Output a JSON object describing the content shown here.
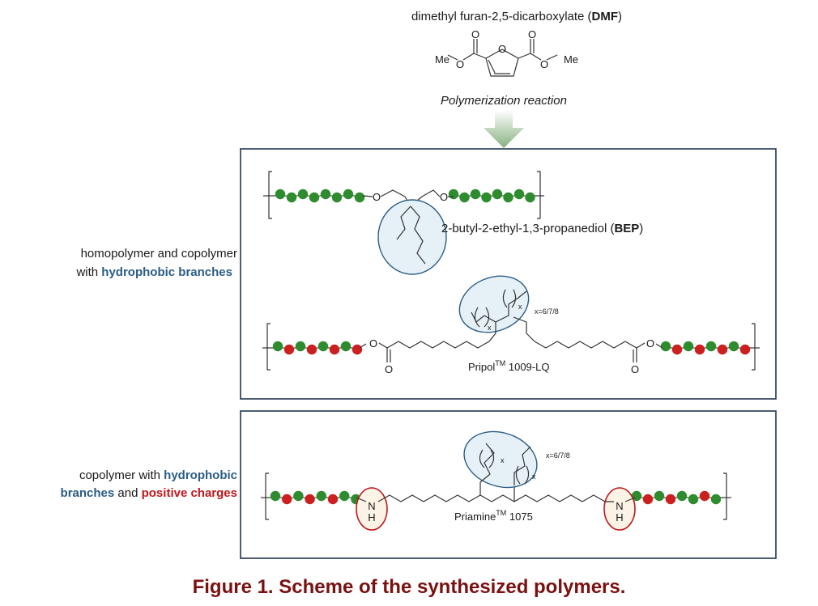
{
  "dmf": {
    "name": "dimethyl furan-2,5-dicarboxylate (",
    "abbr": "DMF",
    "close": ")",
    "me_left": "Me",
    "me_right": "Me",
    "o": "O"
  },
  "reaction": "Polymerization reaction",
  "panel1": {
    "side_label_line1": "homopolymer and copolymer",
    "side_label_prefix": "with ",
    "side_label_highlight": "hydrophobic branches",
    "bep_name": "2-butyl-2-ethyl-1,3-propanediol (",
    "bep_abbr": "BEP",
    "bep_close": ")",
    "pripol_name": "Pripol",
    "pripol_sup": "TM",
    "pripol_code": " 1009-LQ",
    "x_label": "x=6/7/8",
    "x_sub": "x"
  },
  "panel2": {
    "side_label_line1_prefix": "copolymer with ",
    "side_label_line1_highlight": "hydrophobic",
    "side_label_line2_highlight": "branches",
    "side_label_line2_mid": " and ",
    "side_label_line2_red": "positive charges",
    "priamine_name": "Priamine",
    "priamine_sup": "TM",
    "priamine_code": " 1075",
    "x_label": "x=6/7/8",
    "x_sub": "x",
    "n": "N",
    "h": "H"
  },
  "caption": "Figure 1. Scheme of the synthesized polymers.",
  "colors": {
    "green": "#2e8b2e",
    "red": "#cc1f1f",
    "panel_border": "#1f3550",
    "highlight_fill": "#e6f0f7",
    "highlight_stroke": "#2a5d86",
    "amine_fill": "#fbf3e6",
    "amine_stroke": "#c0171d",
    "arrow": "#8fb58a",
    "caption": "#7b1010"
  }
}
